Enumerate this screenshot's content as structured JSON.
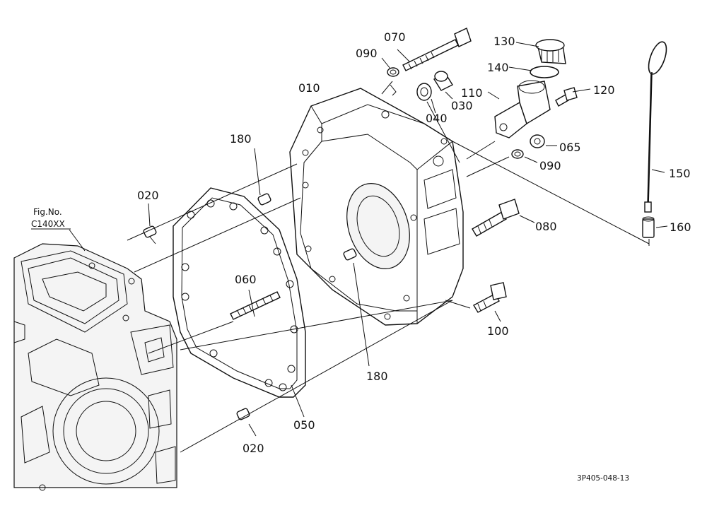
{
  "figure_ref": {
    "label_top": "Fig.No.",
    "label_bottom": "C140XX"
  },
  "drawing_number": "3P405-048-13",
  "callouts": {
    "c010": "010",
    "c020a": "020",
    "c020b": "020",
    "c030": "030",
    "c040": "040",
    "c050": "050",
    "c060": "060",
    "c065": "065",
    "c070": "070",
    "c080": "080",
    "c090a": "090",
    "c090b": "090",
    "c100": "100",
    "c110": "110",
    "c120": "120",
    "c130": "130",
    "c140": "140",
    "c150": "150",
    "c160": "160",
    "c180a": "180",
    "c180b": "180"
  }
}
